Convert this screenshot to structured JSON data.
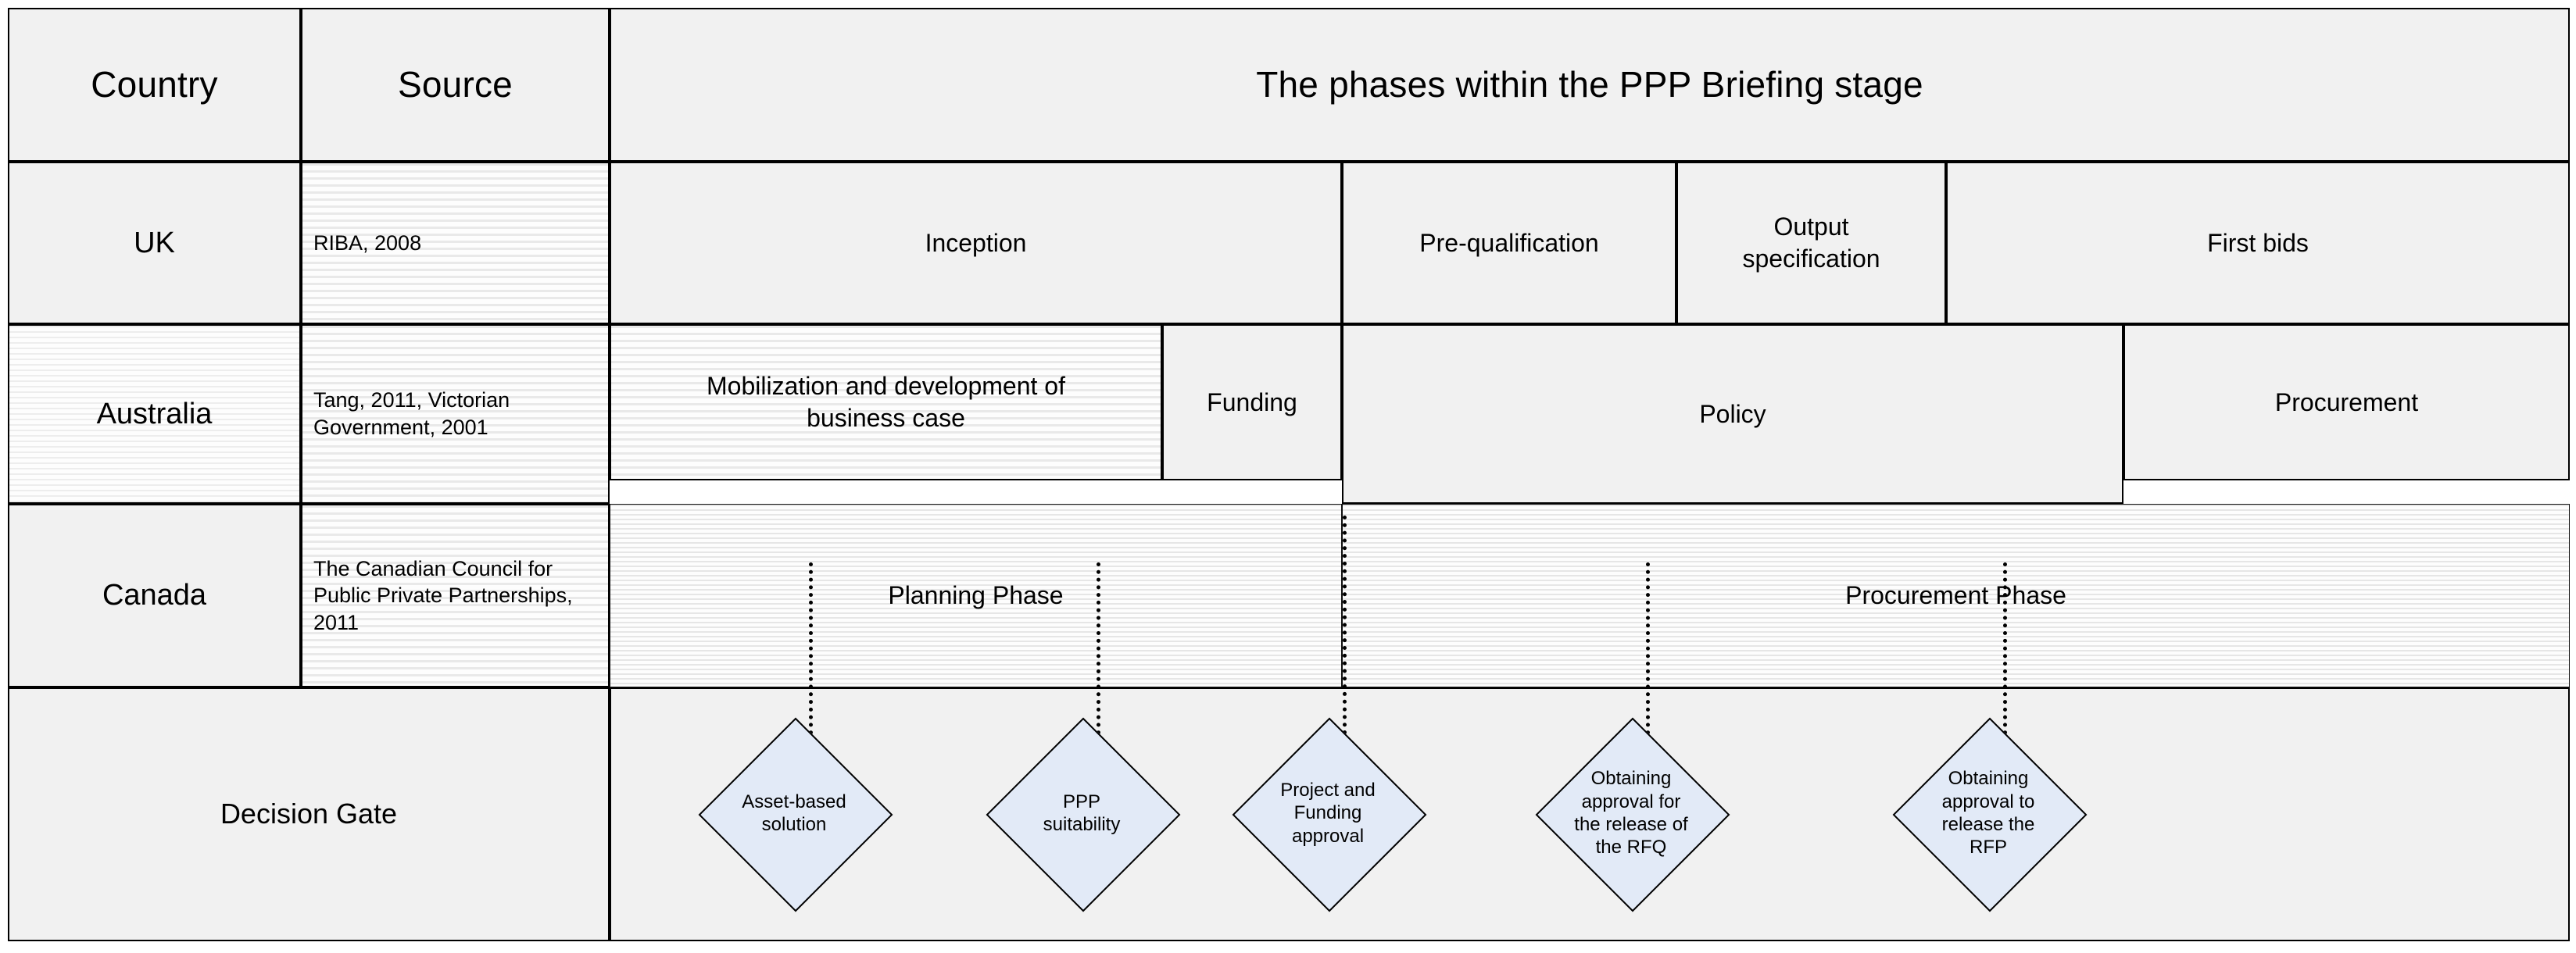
{
  "table": {
    "headers": {
      "country": "Country",
      "source": "Source",
      "phases": "The phases within the PPP Briefing stage"
    },
    "rows": [
      {
        "country": "UK",
        "source": "RIBA, 2008",
        "phases": [
          {
            "label": "Inception"
          },
          {
            "label": "Pre-qualification"
          },
          {
            "label": "Output\nspecification"
          },
          {
            "label": "First bids"
          }
        ]
      },
      {
        "country": "Australia",
        "source": "Tang, 2011, Victorian Government, 2001",
        "phases": [
          {
            "label": "Mobilization and development of business case"
          },
          {
            "label": "Funding"
          },
          {
            "label": "Policy"
          },
          {
            "label": "Procurement"
          }
        ]
      },
      {
        "country": "Canada",
        "source": "The Canadian Council for Public Private Partnerships, 2011",
        "phases": [
          {
            "label": "Planning Phase"
          },
          {
            "label": "Procurement Phase"
          }
        ]
      }
    ],
    "decision_gate": {
      "label": "Decision Gate",
      "gates": [
        {
          "label": "Asset-based\nsolution"
        },
        {
          "label": "PPP\nsuitability"
        },
        {
          "label": "Project and\nFunding\napproval"
        },
        {
          "label": "Obtaining\napproval for\nthe release of\nthe RFQ"
        },
        {
          "label": "Obtaining\napproval to\nrelease the\nRFP"
        }
      ]
    }
  },
  "colors": {
    "cell_fill": "#f1f1f1",
    "diamond_fill": "#e2eaf7",
    "border": "#000000",
    "page_background": "#ffffff"
  }
}
